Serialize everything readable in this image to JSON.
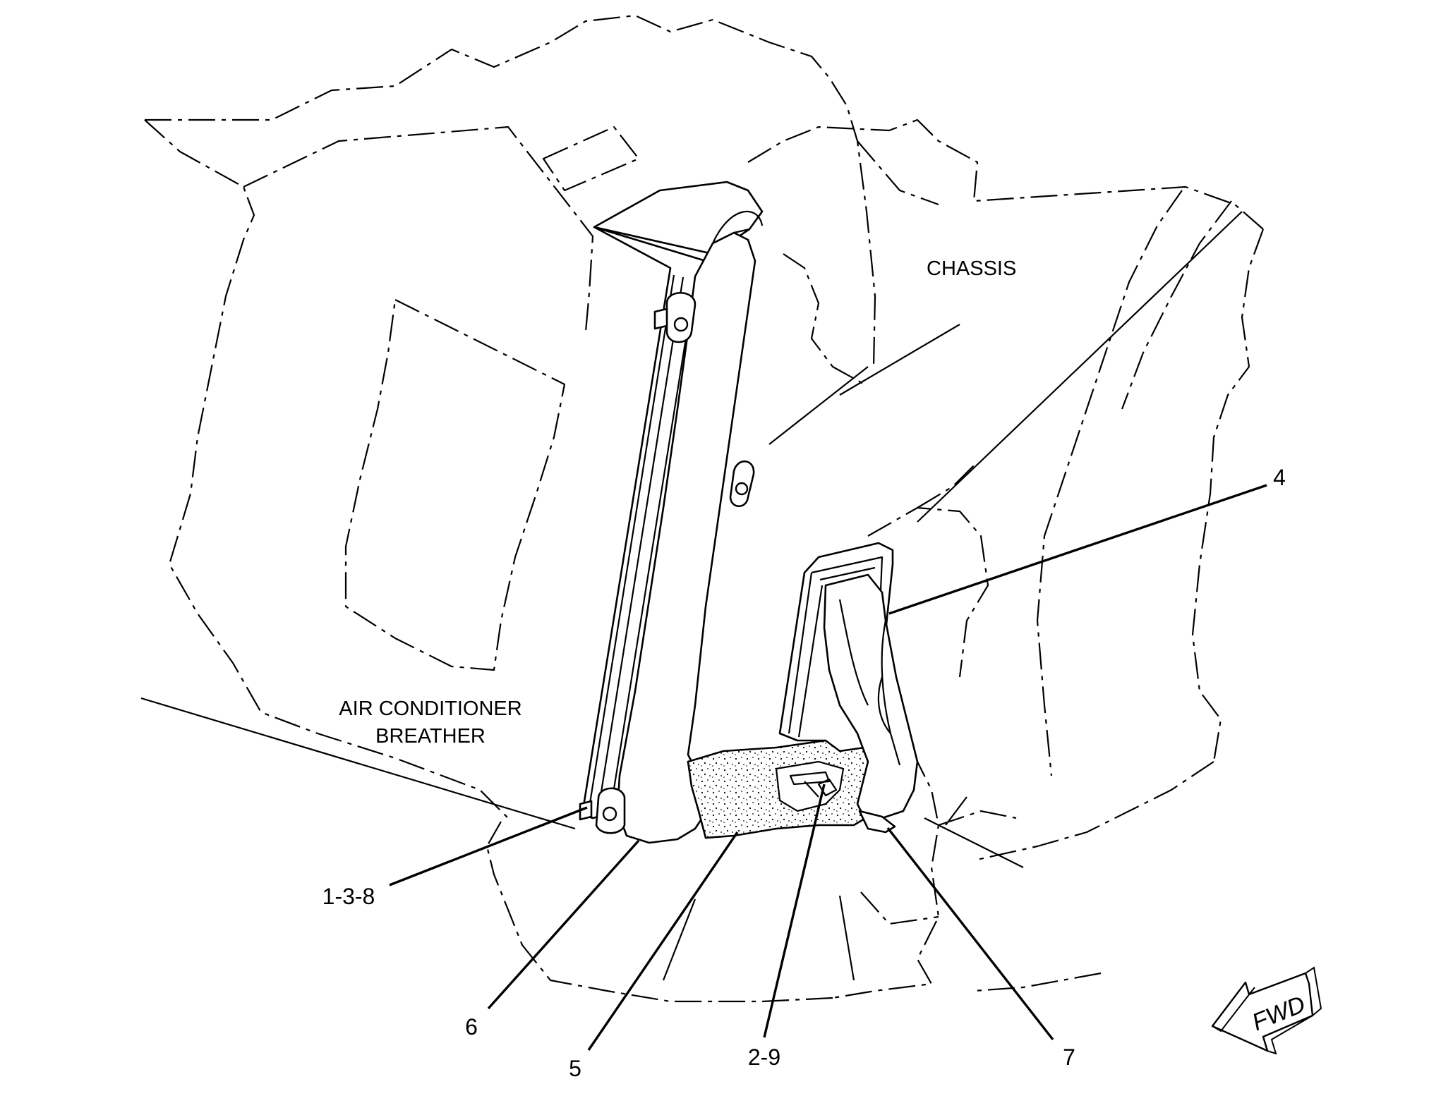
{
  "labels": {
    "chassis": "CHASSIS",
    "air_conditioner_line1": "AIR CONDITIONER",
    "air_conditioner_line2": "BREATHER"
  },
  "callouts": {
    "c4": "4",
    "c138": "1-3-8",
    "c6": "6",
    "c5": "5",
    "c29": "2-9",
    "c7": "7"
  },
  "fwd_arrow": {
    "text": "FWD",
    "icon": "fwd-arrow-icon"
  }
}
